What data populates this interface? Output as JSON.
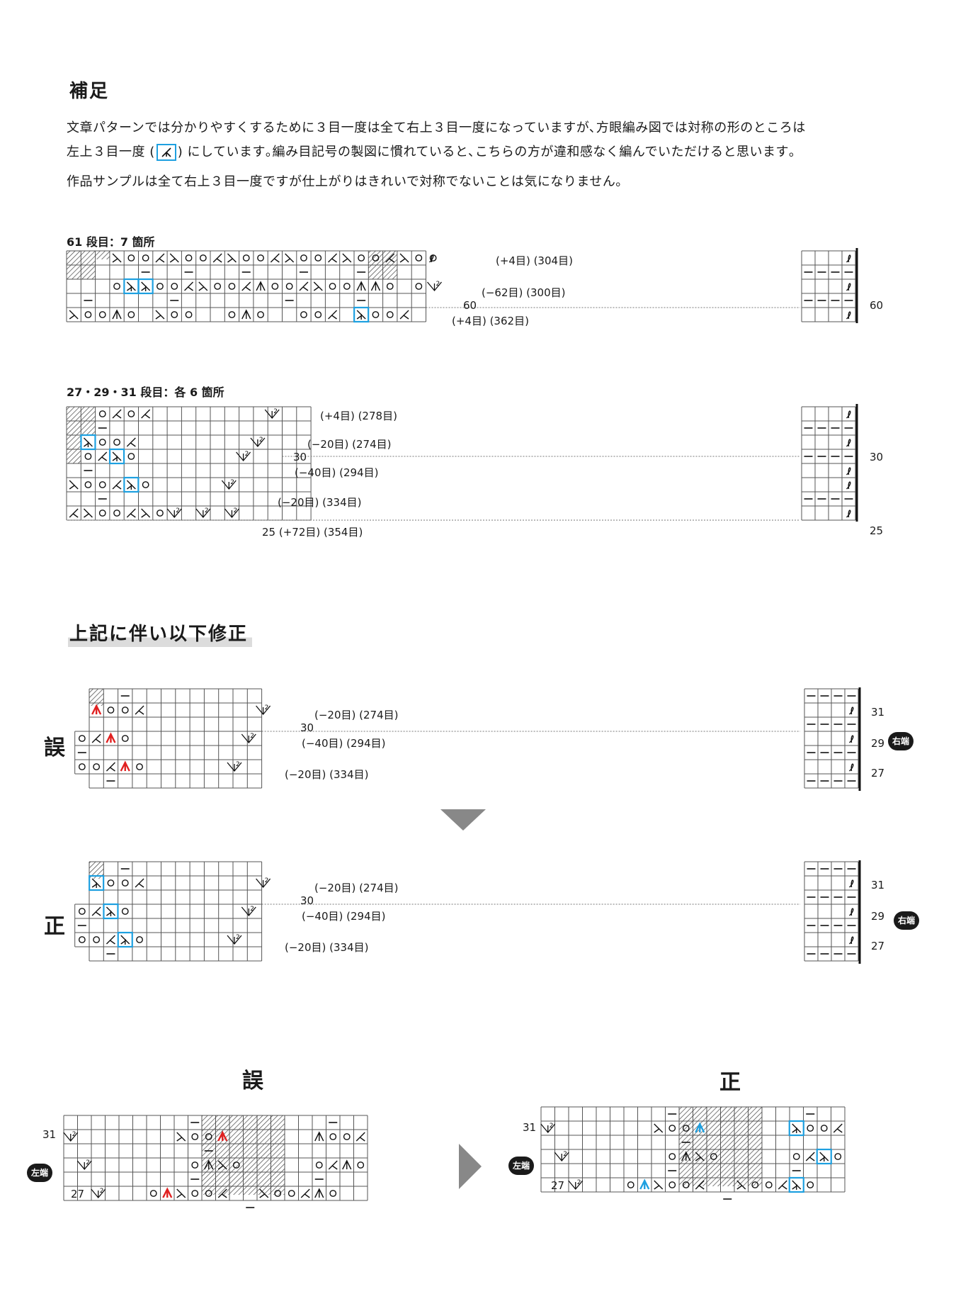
{
  "supplement": {
    "title": "補足",
    "para1": "文章パターンでは分かりやすくするために３目一度は全て右上３目一度になっていますが､方眼編み図では対称の形のところは",
    "para2a": "左上３目一度 (",
    "para2b": ") にしています｡編み目記号の製図に慣れていると､こちらの方が違和感なく編んでいただけると思います｡",
    "para3": "作品サンプルは全て右上３目一度ですが仕上がりはきれいで対称でないことは気になりません｡"
  },
  "chart1": {
    "title": "61 段目：7 箇所",
    "ann1": "(+4目) (304目)",
    "ann2": "(−62目) (300目)",
    "ann3": "(+4目) (362目)",
    "row60": "60",
    "right60": "60"
  },
  "chart2": {
    "title": "27・29・31 段目：各 6 箇所",
    "ann1": "(+4目) (278目)",
    "ann2": "(−20目) (274目)",
    "ann3": "(−40目) (294目)",
    "ann4": "(−20目) (334目)",
    "ann5": "25  (+72目) (354目)",
    "row30": "30",
    "right30": "30",
    "right25": "25"
  },
  "correction": {
    "title": "上記に伴い以下修正",
    "wrong": "誤",
    "right": "正",
    "ann_a": "(−20目) (274目)",
    "ann_b": "(−40目) (294目)",
    "ann_c": "(−20目) (334目)",
    "row30": "30",
    "r31": "31",
    "r29": "29",
    "r27": "27",
    "badge_right": "右端",
    "bottom_wrong": "誤",
    "bottom_right": "正",
    "badge_left": "左端",
    "b31": "31",
    "b27": "27"
  },
  "colors": {
    "blue": "#1ea0e0",
    "red": "#e02020",
    "grid": "#555555"
  }
}
